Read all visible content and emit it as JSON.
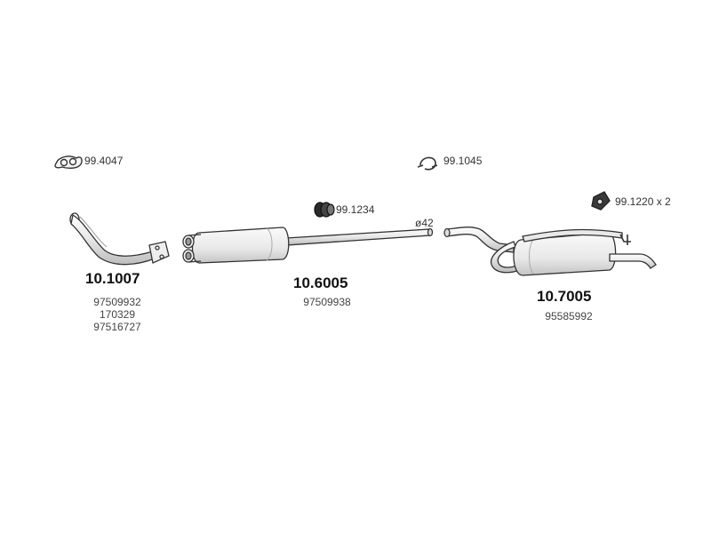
{
  "parts": [
    {
      "code": "10.1007",
      "oem_numbers": [
        "97509932",
        "170329",
        "97516727"
      ]
    },
    {
      "code": "10.6005",
      "oem_numbers": [
        "97509938"
      ]
    },
    {
      "code": "10.7005",
      "oem_numbers": [
        "95585992"
      ]
    }
  ],
  "fittings": {
    "flange_gasket": "99.4047",
    "clamp_ring": "99.1045",
    "mounting_rubber": "99.1234",
    "hanger": "99.1220 x 2"
  },
  "pipe_diameter": "ø42",
  "colors": {
    "line": "#333333",
    "metal_light": "#f2f2f2",
    "metal_shade": "#cfcfcf",
    "rubber": "#222222"
  }
}
